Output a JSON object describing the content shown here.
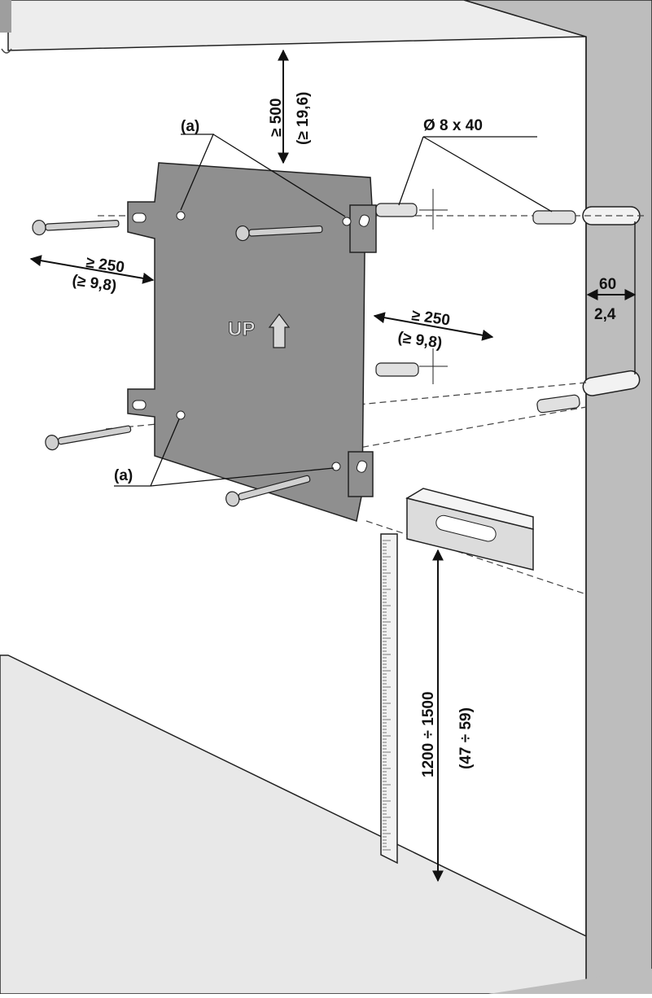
{
  "diagram": {
    "plate_label": "UP",
    "labels": {
      "a_top": "(a)",
      "a_bottom": "(a)",
      "top_clearance_mm": "≥ 500",
      "top_clearance_in": "(≥ 19,6)",
      "left_clearance_mm": "≥ 250",
      "left_clearance_in": "(≥ 9,8)",
      "right_clearance_mm": "≥ 250",
      "right_clearance_in": "(≥ 9,8)",
      "anchor_size": "Ø 8 x 40",
      "depth_mm": "60",
      "depth_in": "2,4",
      "height_mm": "1200  ÷  1500",
      "height_in": "(47  ÷  59)"
    },
    "colors": {
      "plate": "#8f8f8f",
      "wall_side": "#bdbdbd",
      "ceiling": "#ededed",
      "floor": "#e8e8e8",
      "line": "#111111"
    }
  }
}
